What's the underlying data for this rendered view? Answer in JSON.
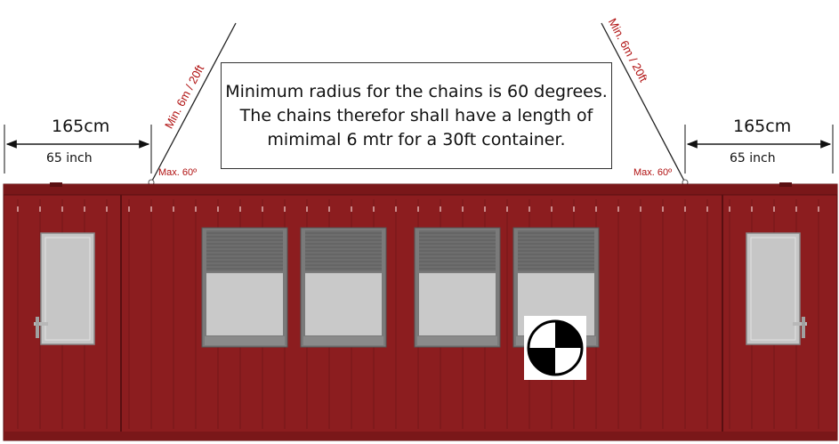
{
  "note": {
    "line1": "Minimum radius for the chains is 60 degrees.",
    "line2": "The chains therefor shall have a length of",
    "line3": "mimimal 6 mtr for a 30ft container."
  },
  "dimensions": {
    "left": {
      "metric": "165cm",
      "imperial": "65 inch"
    },
    "right": {
      "metric": "165cm",
      "imperial": "65 inch"
    }
  },
  "chains": {
    "left_label": "Min. 6m / 20ft",
    "right_label": "Min. 6m / 20ft",
    "left_angle": "Max. 60º",
    "right_angle": "Max. 60º"
  },
  "colors": {
    "container": "#8c1d1f",
    "container_dark": "#6e1416",
    "label_red": "#b01010",
    "window_glass": "#c9c9c9",
    "shutter": "#6e6e6e"
  },
  "icons": {
    "center_of_gravity": "center-of-gravity-icon"
  }
}
